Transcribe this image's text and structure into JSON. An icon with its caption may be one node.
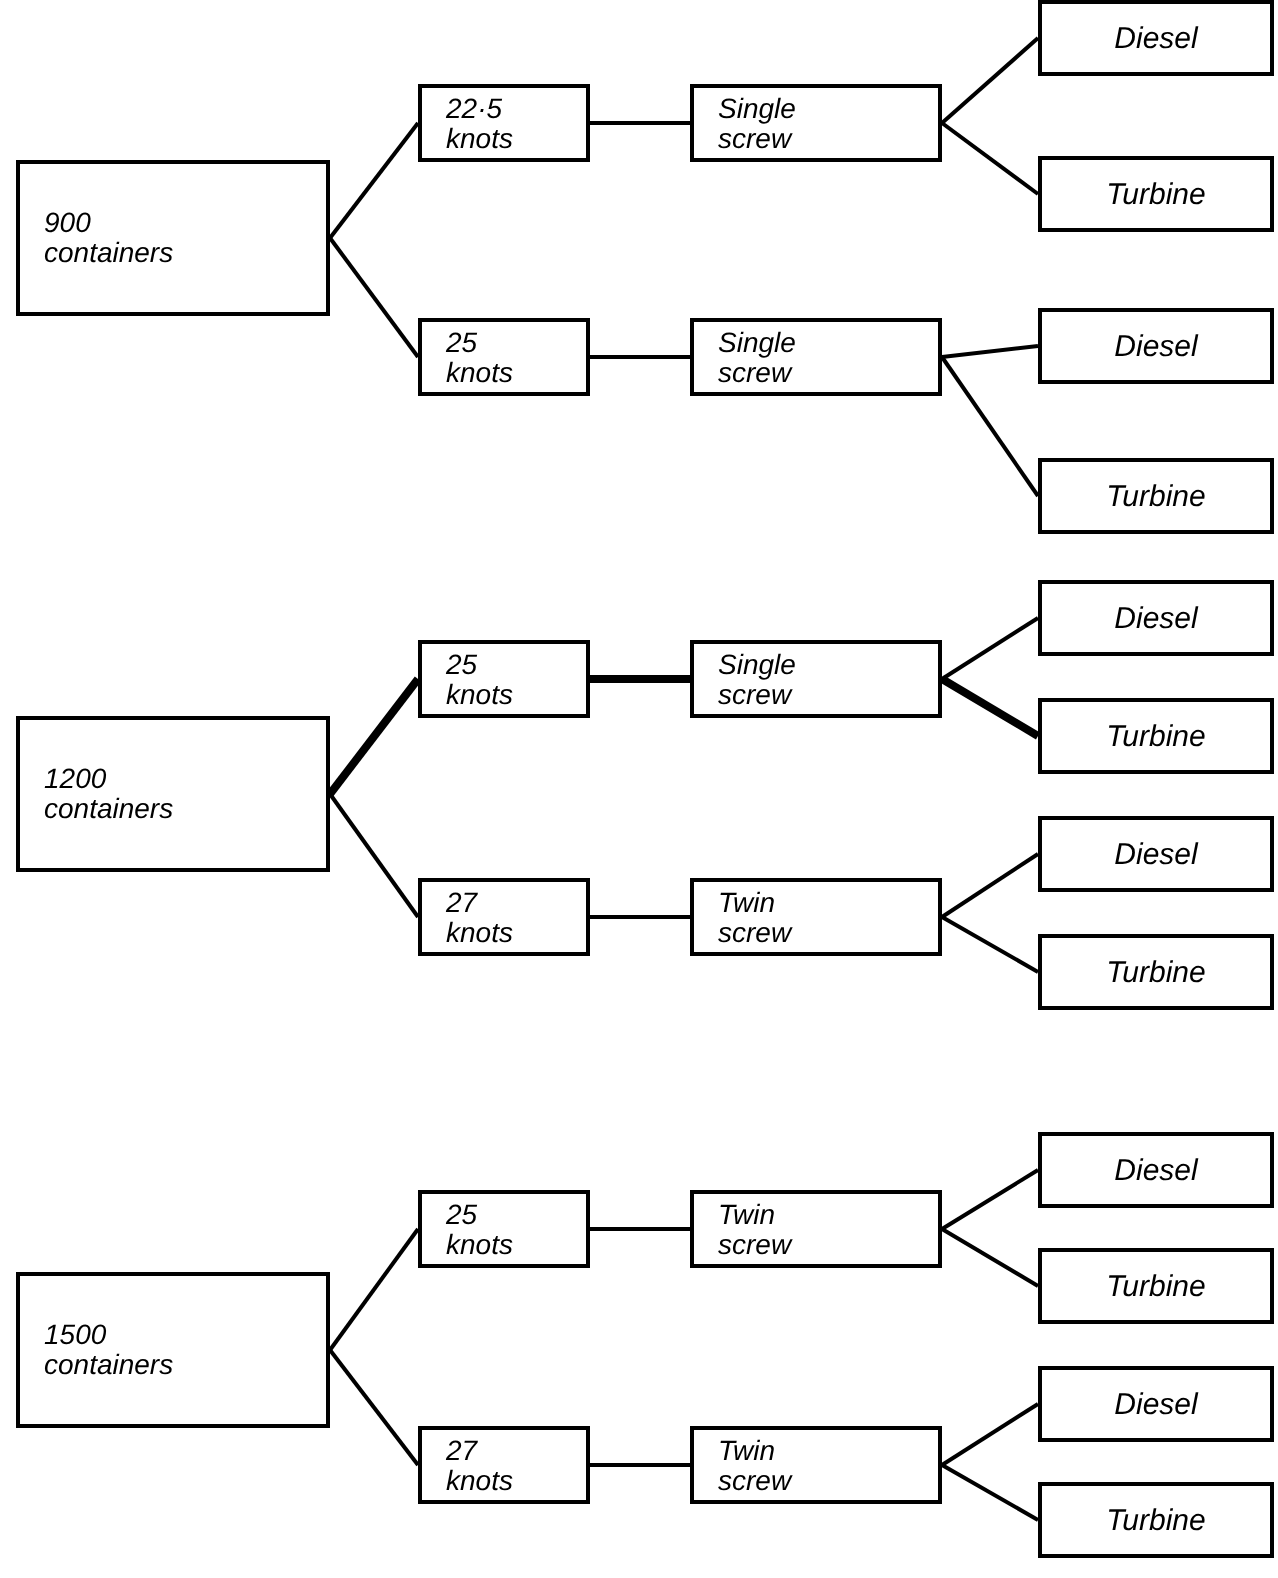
{
  "diagram": {
    "nodes": [
      {
        "text": [
          "900 containers"
        ]
      },
      {
        "text": [
          "22·5 knots"
        ]
      },
      {
        "text": [
          "Single screw"
        ]
      },
      {
        "text": [
          "Diesel"
        ]
      },
      {
        "text": [
          "Turbine"
        ]
      },
      {
        "text": [
          "25 knots"
        ]
      },
      {
        "text": [
          "Single screw"
        ]
      },
      {
        "text": [
          "Diesel"
        ]
      },
      {
        "text": [
          "Turbine"
        ]
      },
      {
        "text": [
          "1200 containers"
        ]
      },
      {
        "text": [
          "25 knots"
        ]
      },
      {
        "text": [
          "Single screw"
        ]
      },
      {
        "text": [
          "Diesel"
        ]
      },
      {
        "text": [
          "Turbine"
        ]
      },
      {
        "text": [
          "27 knots"
        ]
      },
      {
        "text": [
          "Twin screw"
        ]
      },
      {
        "text": [
          "Diesel"
        ]
      },
      {
        "text": [
          "Turbine"
        ]
      },
      {
        "text": [
          "1500 containers"
        ]
      },
      {
        "text": [
          "25 knots"
        ]
      },
      {
        "text": [
          "Twin screw"
        ]
      },
      {
        "text": [
          "Diesel"
        ]
      },
      {
        "text": [
          "Turbine"
        ]
      },
      {
        "text": [
          "27 knots"
        ]
      },
      {
        "text": [
          "Twin screw"
        ]
      },
      {
        "text": [
          "Diesel"
        ]
      },
      {
        "text": [
          "Turbine"
        ]
      }
    ],
    "edges": [
      {
        "from": 0,
        "to": 1,
        "arrow": "none"
      },
      {
        "from": 1,
        "to": 2,
        "arrow": "none"
      },
      {
        "from": 2,
        "to": 3,
        "arrow": "none"
      },
      {
        "from": 2,
        "to": 4,
        "arrow": "none"
      },
      {
        "from": 0,
        "to": 5,
        "arrow": "none"
      },
      {
        "from": 5,
        "to": 6,
        "arrow": "none"
      },
      {
        "from": 6,
        "to": 7,
        "arrow": "none"
      },
      {
        "from": 6,
        "to": 8,
        "arrow": "none"
      },
      {
        "from": 9,
        "to": 10,
        "arrow": "none",
        "style": "thick"
      },
      {
        "from": 10,
        "to": 11,
        "arrow": "none",
        "style": "thick"
      },
      {
        "from": 11,
        "to": 12,
        "arrow": "none"
      },
      {
        "from": 11,
        "to": 13,
        "arrow": "none",
        "style": "thick"
      },
      {
        "from": 9,
        "to": 14,
        "arrow": "none"
      },
      {
        "from": 14,
        "to": 15,
        "arrow": "none"
      },
      {
        "from": 15,
        "to": 16,
        "arrow": "none"
      },
      {
        "from": 15,
        "to": 17,
        "arrow": "none"
      },
      {
        "from": 18,
        "to": 19,
        "arrow": "none"
      },
      {
        "from": 19,
        "to": 20,
        "arrow": "none"
      },
      {
        "from": 20,
        "to": 21,
        "arrow": "none"
      },
      {
        "from": 20,
        "to": 22,
        "arrow": "none"
      },
      {
        "from": 18,
        "to": 23,
        "arrow": "none"
      },
      {
        "from": 23,
        "to": 24,
        "arrow": "none"
      },
      {
        "from": 24,
        "to": 25,
        "arrow": "none"
      },
      {
        "from": 24,
        "to": 26,
        "arrow": "none"
      }
    ]
  }
}
